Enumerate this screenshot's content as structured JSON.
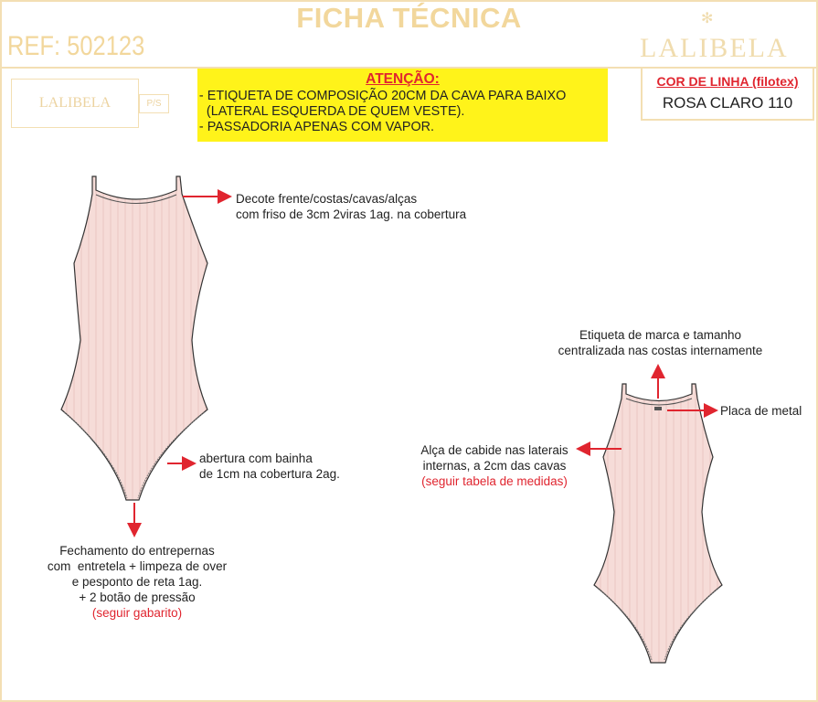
{
  "header": {
    "title": "FICHA TÉCNICA",
    "ref": "REF: 502123",
    "brand": "LALIBELA"
  },
  "label": {
    "brand": "LALIBELA",
    "size": "P/S"
  },
  "warning": {
    "heading": "ATENÇÃO:",
    "lines": [
      "- ETIQUETA DE COMPOSIÇÃO 20CM DA CAVA PARA BAIXO",
      "  (LATERAL ESQUERDA DE QUEM VESTE).",
      "- PASSADORIA APENAS COM VAPOR."
    ]
  },
  "thread": {
    "heading": "COR DE LINHA (filotex)",
    "value": "ROSA CLARO 110"
  },
  "notes": {
    "neckline": [
      "Decote frente/costas/cavas/alças",
      "com friso de 3cm 2viras 1ag. na cobertura"
    ],
    "leg": [
      "abertura com bainha",
      "de 1cm na cobertura 2ag."
    ],
    "crotch": [
      "Fechamento do entrepernas",
      "com  entretela + limpeza de over",
      "e pesponto de reta 1ag.",
      "+ 2 botão de pressão"
    ],
    "crotch_red": "(seguir gabarito)",
    "brand_label": [
      "Etiqueta de marca e tamanho",
      "centralizada nas costas internamente"
    ],
    "plate": "Placa de metal",
    "hanger": [
      "Alça de cabide nas laterais",
      "internas, a 2cm das cavas"
    ],
    "hanger_red": "(seguir tabela de medidas)"
  },
  "colors": {
    "accent_red": "#e0252f",
    "gold": "#f2d79c",
    "fabric": "#f6dcd8",
    "warning_bg": "#fff31a"
  }
}
